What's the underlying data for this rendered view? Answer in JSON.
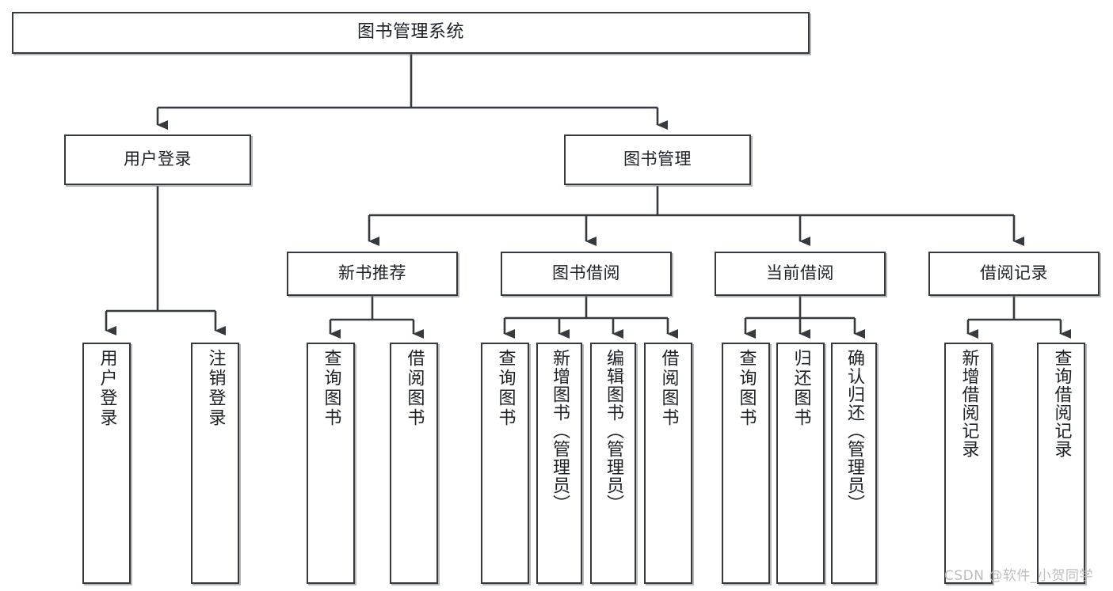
{
  "diagram": {
    "title": "图书管理系统",
    "type": "functional-structure-tree",
    "watermark": "CSDN @软件_小贺同学",
    "colors": {
      "node_border": "#36393d",
      "node_fill": "#ffffff",
      "connector": "#36393d",
      "text": "#1d2025",
      "watermark": "#bdbdbd",
      "background": "#ffffff"
    },
    "nodes": {
      "root": {
        "label": "图书管理系统"
      },
      "level2": [
        {
          "id": "user-login",
          "label": "用户登录"
        },
        {
          "id": "book-manage",
          "label": "图书管理"
        }
      ],
      "level3": [
        {
          "id": "new-book-recommend",
          "label": "新书推荐"
        },
        {
          "id": "book-borrow",
          "label": "图书借阅"
        },
        {
          "id": "current-borrow",
          "label": "当前借阅"
        },
        {
          "id": "borrow-record",
          "label": "借阅记录"
        }
      ],
      "leaves": [
        {
          "id": "leaf-user-login",
          "label": "用户登录",
          "parent": "user-login"
        },
        {
          "id": "leaf-logout-login",
          "label": "注销登录",
          "parent": "user-login"
        },
        {
          "id": "leaf-query-book-1",
          "label": "查询图书",
          "parent": "new-book-recommend"
        },
        {
          "id": "leaf-borrow-book-1",
          "label": "借阅图书",
          "parent": "new-book-recommend"
        },
        {
          "id": "leaf-query-book-2",
          "label": "查询图书",
          "parent": "book-borrow"
        },
        {
          "id": "leaf-add-book-admin",
          "label": "新增图书（管理员）",
          "parent": "book-borrow"
        },
        {
          "id": "leaf-edit-book-admin",
          "label": "编辑图书（管理员）",
          "parent": "book-borrow"
        },
        {
          "id": "leaf-borrow-book-2",
          "label": "借阅图书",
          "parent": "book-borrow"
        },
        {
          "id": "leaf-query-book-3",
          "label": "查询图书",
          "parent": "current-borrow"
        },
        {
          "id": "leaf-return-book",
          "label": "归还图书",
          "parent": "current-borrow"
        },
        {
          "id": "leaf-confirm-return-admin",
          "label": "确认归还（管理员）",
          "parent": "current-borrow"
        },
        {
          "id": "leaf-add-borrow-record",
          "label": "新增借阅记录",
          "parent": "borrow-record"
        },
        {
          "id": "leaf-query-borrow-record",
          "label": "查询借阅记录",
          "parent": "borrow-record"
        }
      ]
    }
  }
}
